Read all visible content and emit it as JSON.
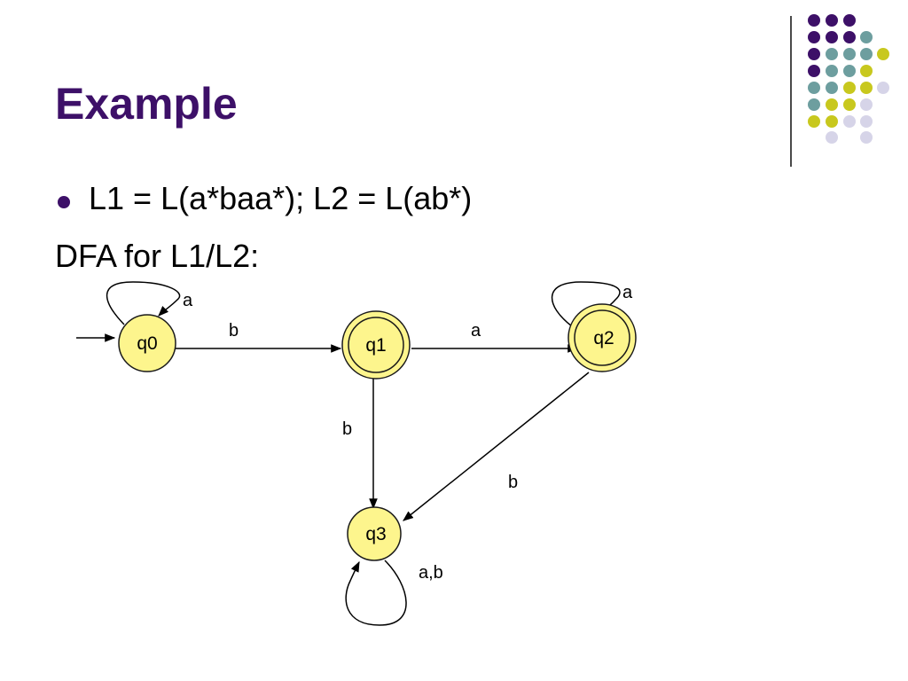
{
  "slide": {
    "title": "Example",
    "bullet": "L1 = L(a*baa*); L2 = L(ab*)",
    "subheading": "DFA for L1/L2:"
  },
  "colors": {
    "title": "#3d1068",
    "state_fill": "#fdf58d",
    "state_stroke": "#1a1a1a",
    "deco_purple": "#3d1068",
    "deco_teal": "#6d9e9f",
    "deco_yellow": "#c8c81e",
    "deco_lavender": "#d6d4e8"
  },
  "dfa": {
    "states": [
      {
        "id": "q0",
        "label": "q0",
        "start": true,
        "accepting": false
      },
      {
        "id": "q1",
        "label": "q1",
        "start": false,
        "accepting": true
      },
      {
        "id": "q2",
        "label": "q2",
        "start": false,
        "accepting": true
      },
      {
        "id": "q3",
        "label": "q3",
        "start": false,
        "accepting": false
      }
    ],
    "transitions": [
      {
        "from": "q0",
        "to": "q0",
        "label": "a"
      },
      {
        "from": "q0",
        "to": "q1",
        "label": "b"
      },
      {
        "from": "q1",
        "to": "q2",
        "label": "a"
      },
      {
        "from": "q1",
        "to": "q3",
        "label": "b"
      },
      {
        "from": "q2",
        "to": "q2",
        "label": "a"
      },
      {
        "from": "q2",
        "to": "q3",
        "label": "b"
      },
      {
        "from": "q3",
        "to": "q3",
        "label": "a,b"
      }
    ]
  }
}
